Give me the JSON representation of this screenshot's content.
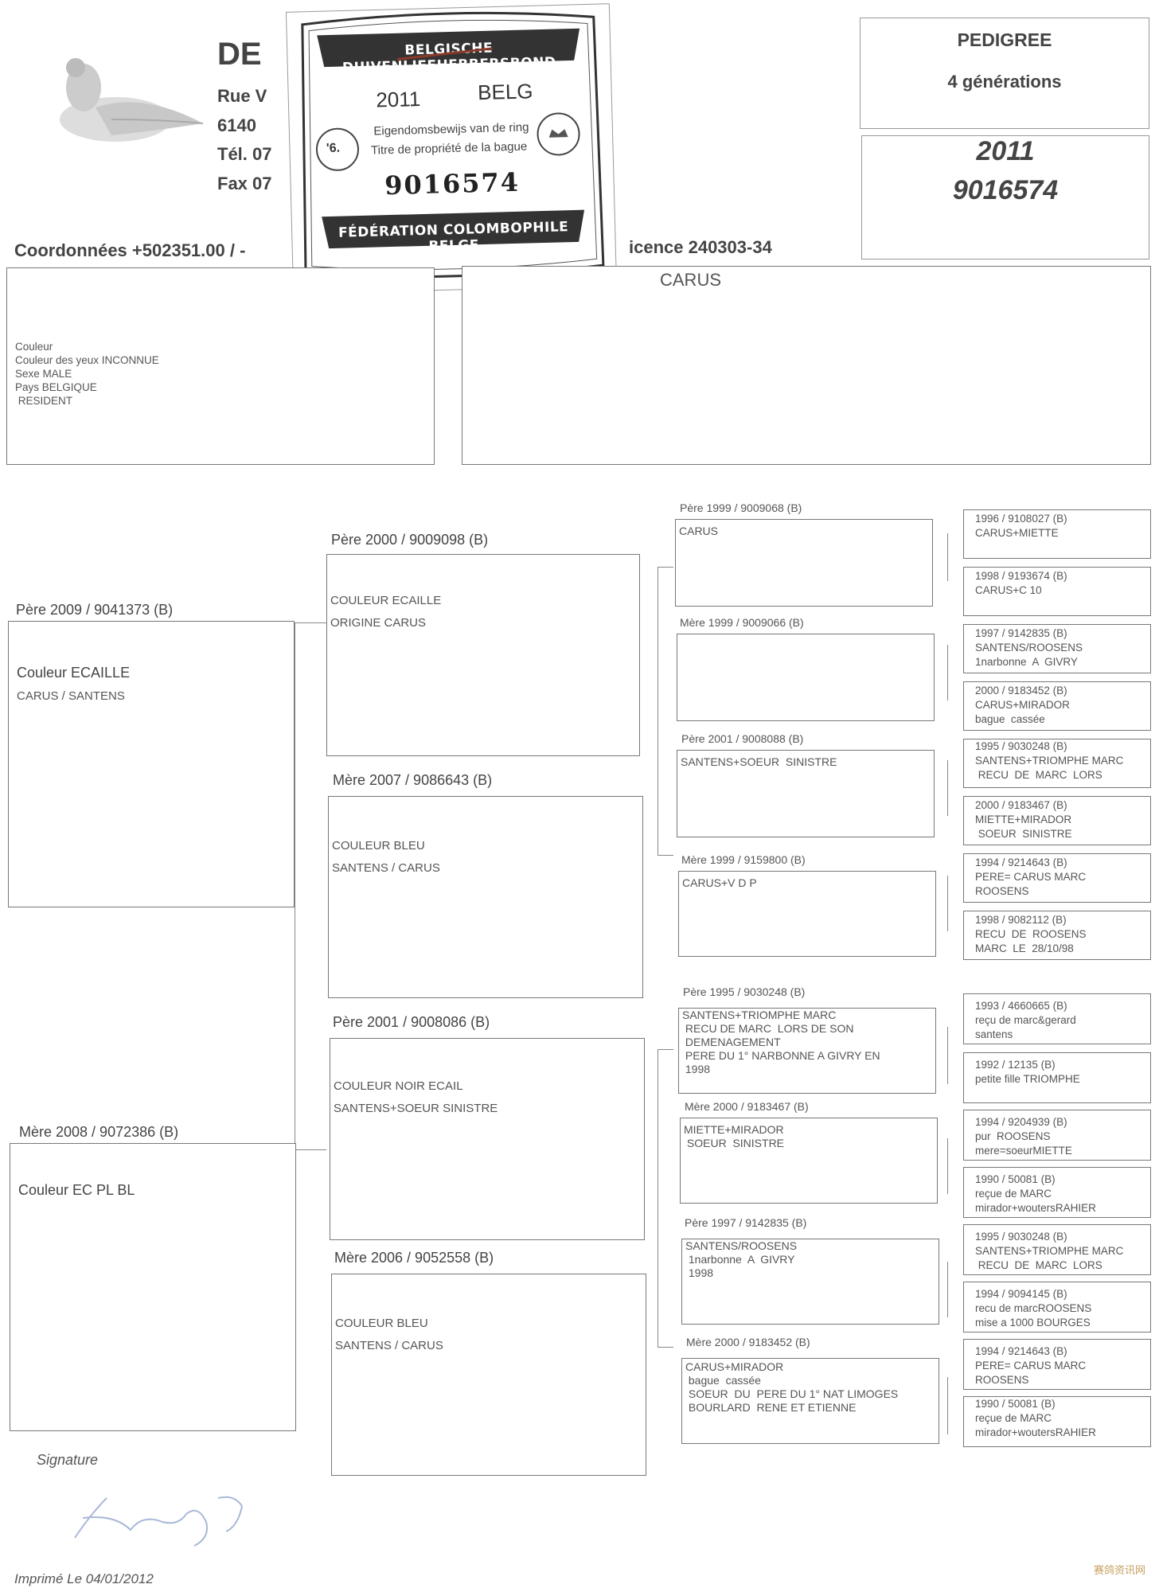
{
  "header": {
    "name_partial": "DE",
    "address_lines": [
      "Rue V",
      "6140",
      "Tél. 07",
      "Fax 07"
    ],
    "coordinates": "Coordonnées +502351.00 / -",
    "licence": "icence 240303-34",
    "pedigree_title": "PEDIGREE",
    "generations": "4 générations",
    "ring_year": "2011",
    "ring_number": "9016574"
  },
  "ring_card": {
    "top_banner": "BELGISCHE DUIVENLIEFHEBBERSBOND",
    "year": "2011",
    "country": "BELG",
    "line1": "Eigendomsbewijs van de ring",
    "line2": "Titre de propriété de la bague",
    "number": "9016574",
    "seal": "'6.",
    "bottom_banner": "FÉDÉRATION COLOMBOPHILE BELGE"
  },
  "bird": {
    "name": "CARUS",
    "details": [
      "Couleur",
      "Couleur des yeux INCONNUE",
      "Sexe MALE",
      "Pays BELGIQUE",
      " RESIDENT"
    ]
  },
  "gen1": [
    {
      "label": "Père 2009 / 9041373 (B)",
      "line1": "Couleur ECAILLE",
      "line2": "CARUS / SANTENS"
    },
    {
      "label": "Mère 2008 / 9072386 (B)",
      "line1": "Couleur EC PL BL",
      "line2": ""
    }
  ],
  "gen2": [
    {
      "label": "Père 2000 / 9009098 (B)",
      "line1": "COULEUR ECAILLE",
      "line2": "ORIGINE CARUS"
    },
    {
      "label": "Mère 2007 / 9086643 (B)",
      "line1": "COULEUR BLEU",
      "line2": "SANTENS / CARUS"
    },
    {
      "label": "Père 2001 / 9008086 (B)",
      "line1": "COULEUR NOIR ECAIL",
      "line2": "SANTENS+SOEUR  SINISTRE"
    },
    {
      "label": "Mère 2006 / 9052558 (B)",
      "line1": "COULEUR BLEU",
      "line2": "SANTENS / CARUS"
    }
  ],
  "gen3": [
    {
      "label": "Père 1999 / 9009068 (B)",
      "text": "CARUS"
    },
    {
      "label": "Mère 1999 / 9009066 (B)",
      "text": ""
    },
    {
      "label": "Père 2001 / 9008088 (B)",
      "text": "SANTENS+SOEUR  SINISTRE"
    },
    {
      "label": "Mère 1999 / 9159800 (B)",
      "text": "CARUS+V D P"
    },
    {
      "label": "Père 1995 / 9030248 (B)",
      "text": "SANTENS+TRIOMPHE MARC\n RECU DE MARC  LORS DE SON\n DEMENAGEMENT\n PERE DU 1° NARBONNE A GIVRY EN\n 1998"
    },
    {
      "label": "Mère 2000 / 9183467 (B)",
      "text": "MIETTE+MIRADOR\n SOEUR  SINISTRE"
    },
    {
      "label": "Père 1997 / 9142835 (B)",
      "text": "SANTENS/ROOSENS\n 1narbonne  A  GIVRY\n 1998"
    },
    {
      "label": "Mère 2000 / 9183452 (B)",
      "text": "CARUS+MIRADOR\n bague  cassée\n SOEUR  DU  PERE DU 1° NAT LIMOGES\n BOURLARD  RENE ET ETIENNE"
    }
  ],
  "gen4": [
    {
      "text": "1996 / 9108027 (B)\nCARUS+MIETTE"
    },
    {
      "text": "1998 / 9193674 (B)\nCARUS+C 10"
    },
    {
      "text": "1997 / 9142835 (B)\nSANTENS/ROOSENS\n1narbonne  A  GIVRY"
    },
    {
      "text": "2000 / 9183452 (B)\nCARUS+MIRADOR\nbague  cassée"
    },
    {
      "text": "1995 / 9030248 (B)\nSANTENS+TRIOMPHE MARC\n RECU  DE  MARC  LORS"
    },
    {
      "text": "2000 / 9183467 (B)\nMIETTE+MIRADOR\n SOEUR  SINISTRE"
    },
    {
      "text": "1994 / 9214643 (B)\nPERE= CARUS MARC\nROOSENS"
    },
    {
      "text": "1998 / 9082112 (B)\nRECU  DE  ROOSENS\nMARC  LE  28/10/98"
    },
    {
      "text": "1993 / 4660665 (B)\nreçu de marc&gerard\nsantens"
    },
    {
      "text": "1992 / 12135 (B)\npetite fille TRIOMPHE"
    },
    {
      "text": "1994 / 9204939 (B)\npur  ROOSENS\nmere=soeurMIETTE"
    },
    {
      "text": "1990 / 50081 (B)\nreçue de MARC\nmirador+woutersRAHIER"
    },
    {
      "text": "1995 / 9030248 (B)\nSANTENS+TRIOMPHE MARC\n RECU  DE  MARC  LORS"
    },
    {
      "text": "1994 / 9094145 (B)\nrecu de marcROOSENS\nmise a 1000 BOURGES"
    },
    {
      "text": "1994 / 9214643 (B)\nPERE= CARUS MARC\nROOSENS"
    },
    {
      "text": "1990 / 50081 (B)\nreçue de MARC\nmirador+woutersRAHIER"
    }
  ],
  "footer": {
    "signature_label": "Signature",
    "printed": "Imprimé Le 04/01/2012",
    "watermark": "赛鸽资讯网"
  }
}
